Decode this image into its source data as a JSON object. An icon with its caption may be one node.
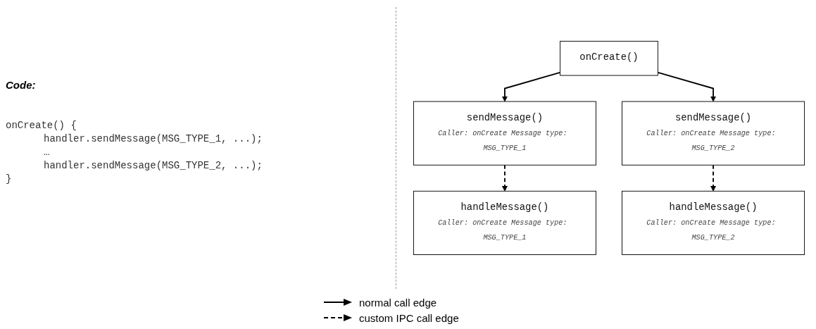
{
  "diagram": {
    "nodes": [
      {
        "text": [
          "onCreate()"
        ]
      },
      {
        "text": [
          "sendMessage()",
          "Caller: onCreate Message type: MSG_TYPE_1"
        ]
      },
      {
        "text": [
          "sendMessage()",
          "Caller: onCreate Message type: MSG_TYPE_2"
        ]
      },
      {
        "text": [
          "handleMessage()",
          "Caller: onCreate Message type: MSG_TYPE_1"
        ]
      },
      {
        "text": [
          "handleMessage()",
          "Caller: onCreate Message type: MSG_TYPE_2"
        ]
      }
    ],
    "edges": [
      {
        "from": 0,
        "to": 1,
        "arrow": "to"
      },
      {
        "from": 0,
        "to": 2,
        "arrow": "to"
      },
      {
        "from": 1,
        "to": 3,
        "arrow": "to",
        "style": "dashed"
      },
      {
        "from": 2,
        "to": 4,
        "arrow": "to",
        "style": "dashed"
      }
    ],
    "labels": [
      "Code:",
      "onCreate() {",
      "handler.sendMessage(MSG_TYPE_1, ...);",
      "…",
      "handler.sendMessage(MSG_TYPE_2, ...);",
      "}"
    ],
    "legend": [
      {
        "text": "normal call edge"
      },
      {
        "text": "custom IPC call edge"
      }
    ]
  }
}
